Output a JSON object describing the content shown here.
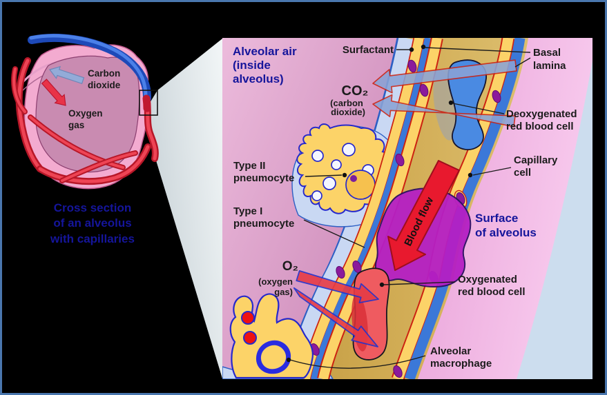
{
  "colors": {
    "border": "#4a77ae",
    "background": "#000000",
    "navy_text": "#15159b",
    "black_text": "#1b1b1b",
    "alveolar_pink": "#d699c6",
    "surface_pink": "#f2b7e5",
    "capillary_tan": "#cfa84f",
    "cell_yellow": "#fcd368",
    "cell_outline_blue": "#2629cc",
    "cell_outline_red": "#cc2211",
    "basal_blue": "#3b78d8",
    "surfactant_blue": "#c9d8f3",
    "deoxygenated_blue": "#4a8ae2",
    "oxygenated_red": "#ef5b60",
    "nucleus_purple": "#8b1a9b",
    "arrow_red": "#e8192e",
    "co2_arrow_fill": "#8aa3d6",
    "o2_arrow_fill": "#e63b46",
    "macrophage_blob_purple": "#b51fc4",
    "inset_pink": "#f3abd0",
    "inset_mauve": "#c98bb1",
    "vessel_blue": "#1d49b8",
    "vessel_red": "#e13545"
  },
  "inset": {
    "caption_lines": [
      "Cross section",
      "of an alveolus",
      "with capillaries"
    ],
    "labels": {
      "carbon_dioxide": [
        "Carbon",
        "dioxide"
      ],
      "oxygen_gas": [
        "Oxygen",
        "gas"
      ]
    }
  },
  "main": {
    "labels": {
      "alveolar_air": [
        "Alveolar air",
        "(inside",
        "alveolus)"
      ],
      "surfactant": "Surfactant",
      "basal_lamina": [
        "Basal",
        "lamina"
      ],
      "co2_symbol": "CO₂",
      "co2_sub": [
        "(carbon",
        "dioxide)"
      ],
      "deoxygenated": [
        "Deoxygenated",
        "red blood cell"
      ],
      "type2_pneumocyte": [
        "Type II",
        "pneumocyte"
      ],
      "type1_pneumocyte": [
        "Type I",
        "pneumocyte"
      ],
      "capillary_cell": [
        "Capillary",
        "cell"
      ],
      "blood_flow": "Blood flow",
      "surface_of_alveolus": [
        "Surface",
        "of alveolus"
      ],
      "o2_symbol": "O₂",
      "o2_sub": [
        "(oxygen",
        "gas)"
      ],
      "oxygenated": [
        "Oxygenated",
        "red blood cell"
      ],
      "alveolar_macrophage": [
        "Alveolar",
        "macrophage"
      ]
    }
  }
}
